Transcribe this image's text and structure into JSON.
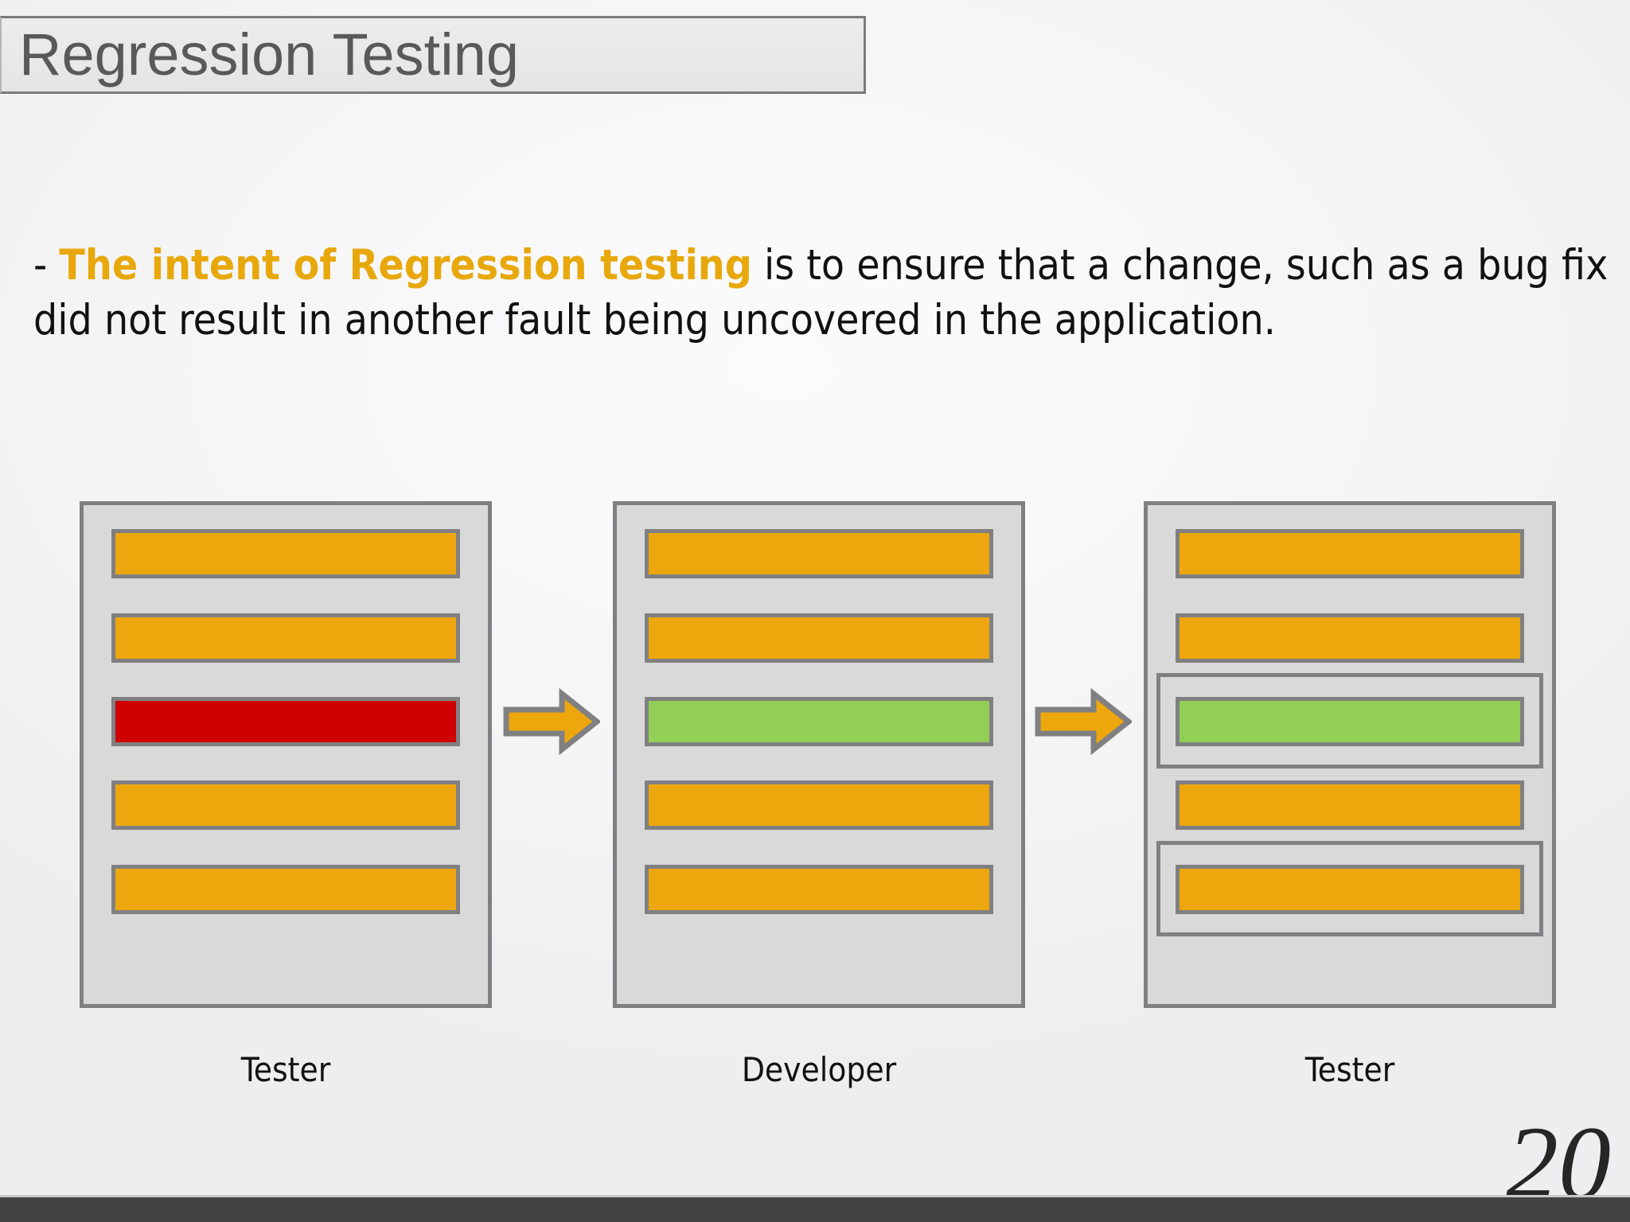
{
  "slide": {
    "title": "Regression Testing",
    "page_number": "20",
    "background_color": "#f4f4f5",
    "bottom_bar_color": "#434343"
  },
  "body": {
    "bullet_dash": "- ",
    "highlight_text": "The intent of Regression testing",
    "highlight_color": "#e8a80c",
    "rest_text": " is to ensure that a change, such as a bug fix did not result in another fault being uncovered in the application."
  },
  "diagram": {
    "colors": {
      "panel_fill": "#d9d9da",
      "panel_border": "#808083",
      "bar_orange": "#eda70c",
      "bar_red": "#ce0000",
      "bar_green": "#92cf55",
      "arrow_fill": "#eda70c",
      "arrow_border": "#808083"
    },
    "panels": [
      {
        "id": "panel-tester-before",
        "caption": "Tester",
        "bars": [
          {
            "color": "orange",
            "highlighted": false
          },
          {
            "color": "orange",
            "highlighted": false
          },
          {
            "color": "red",
            "highlighted": false
          },
          {
            "color": "orange",
            "highlighted": false
          },
          {
            "color": "orange",
            "highlighted": false
          }
        ]
      },
      {
        "id": "panel-developer",
        "caption": "Developer",
        "bars": [
          {
            "color": "orange",
            "highlighted": false
          },
          {
            "color": "orange",
            "highlighted": false
          },
          {
            "color": "green",
            "highlighted": false
          },
          {
            "color": "orange",
            "highlighted": false
          },
          {
            "color": "orange",
            "highlighted": false
          }
        ]
      },
      {
        "id": "panel-tester-after",
        "caption": "Tester",
        "bars": [
          {
            "color": "orange",
            "highlighted": false
          },
          {
            "color": "orange",
            "highlighted": false
          },
          {
            "color": "green",
            "highlighted": true
          },
          {
            "color": "orange",
            "highlighted": false
          },
          {
            "color": "orange",
            "highlighted": true
          }
        ]
      }
    ],
    "arrows": [
      {
        "id": "arrow-1",
        "direction": "right"
      },
      {
        "id": "arrow-2",
        "direction": "right"
      }
    ]
  }
}
